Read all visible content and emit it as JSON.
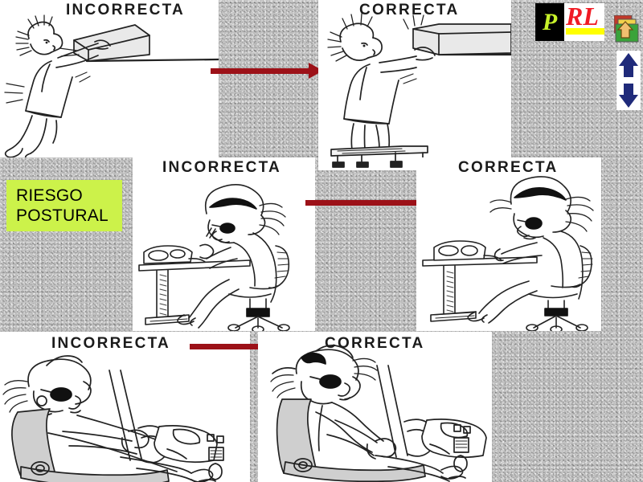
{
  "slide": {
    "title_box": {
      "line1": "RIESGO",
      "line2": "POSTURAL",
      "bg_color": "#ccf24a",
      "text_color": "#000000"
    },
    "background_color": "#bfbfbf",
    "arrow_color": "#9c1118"
  },
  "logo": {
    "p_letter": "P",
    "rl_letters": "RL",
    "p_color": "#c8f22a",
    "p_bg": "#000000",
    "rl_color": "#f01b24",
    "underline_color": "#ffff00",
    "meaning": "PRL"
  },
  "icons": {
    "swap_icon": "swap-arrow-icon",
    "up_arrow": "up-arrow-icon",
    "down_arrow": "down-arrow-icon",
    "arrow_blue": "#1f2a7a"
  },
  "rows": [
    {
      "id": "lifting-overhead",
      "left": {
        "caption": "INCORRECTA",
        "illustration": "man-reaching-overhead-box-bad-posture"
      },
      "right": {
        "caption": "CORRECTA",
        "illustration": "man-on-step-stool-lifting-box-good-posture"
      }
    },
    {
      "id": "desk-seating",
      "left": {
        "caption": "INCORRECTA",
        "illustration": "woman-hunched-over-desk-bad-posture"
      },
      "right": {
        "caption": "CORRECTA",
        "illustration": "woman-upright-at-desk-good-posture"
      }
    },
    {
      "id": "driving",
      "left": {
        "caption": "INCORRECTA",
        "illustration": "driver-slouched-in-seat-bad-posture"
      },
      "right": {
        "caption": "CORRECTA",
        "illustration": "driver-upright-in-seat-good-posture"
      }
    }
  ]
}
